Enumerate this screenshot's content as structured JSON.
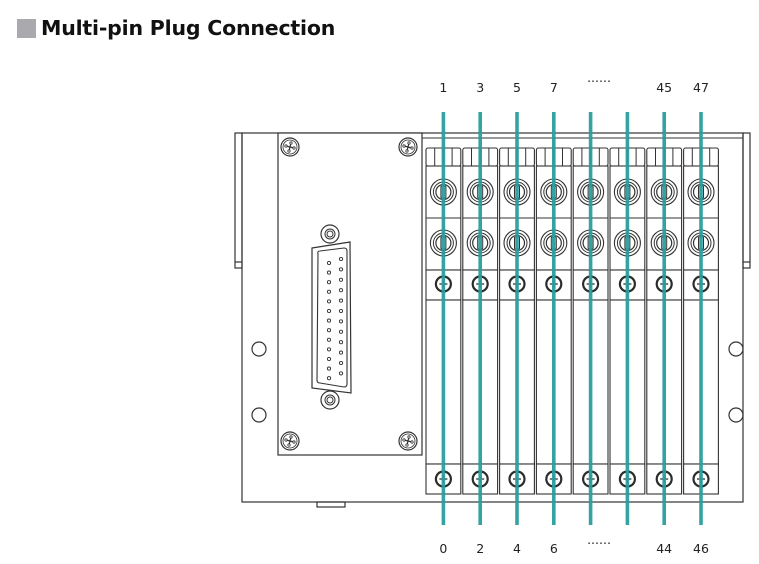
{
  "title": "Multi-pin Plug Connection",
  "colors": {
    "title_marker": "#a9a9ae",
    "wire": "#2a9d9f",
    "outline": "#333333"
  },
  "diagram": {
    "connector": "DB25 multi-pin plug",
    "connector_pins": 25,
    "valve_positions": 8,
    "top_labels": [
      "1",
      "3",
      "5",
      "7",
      "......",
      "......",
      "45",
      "47"
    ],
    "bottom_labels": [
      "0",
      "2",
      "4",
      "6",
      "......",
      "......",
      "44",
      "46"
    ],
    "top_label_text": [
      "1",
      "3",
      "5",
      "7",
      "......",
      "45",
      "47"
    ],
    "bottom_label_text": [
      "0",
      "2",
      "4",
      "6",
      "......",
      "44",
      "46"
    ]
  }
}
